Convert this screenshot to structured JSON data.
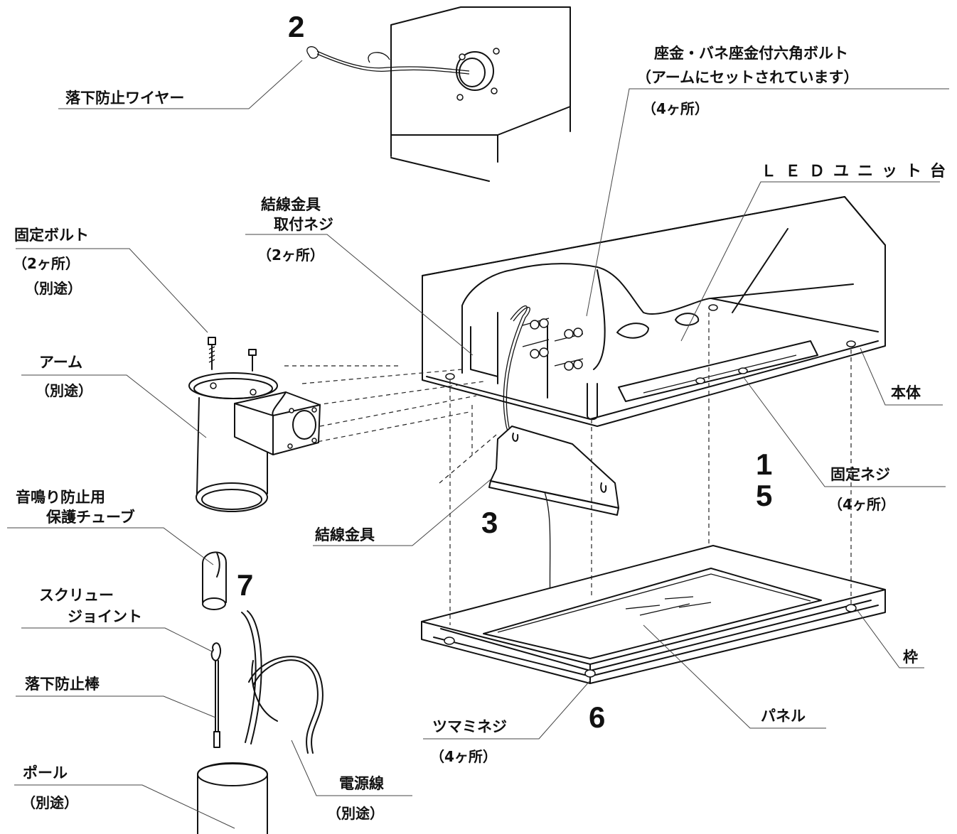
{
  "numbers": {
    "n1": "1",
    "n2": "2",
    "n3": "3",
    "n5": "5",
    "n6": "6",
    "n7": "7"
  },
  "labels": {
    "fall_prevention_wire": "落下防止ワイヤー",
    "hex_bolt_line1": "座金・バネ座金付六角ボルト",
    "hex_bolt_line2": "（アームにセットされています）",
    "hex_bolt_count": "（4ヶ所）",
    "led_unit_base": "ＬＥＤユニット台",
    "wiring_bracket_screw_line1": "結線金具",
    "wiring_bracket_screw_line2": "取付ネジ",
    "wiring_bracket_screw_count": "（2ヶ所）",
    "fixing_bolt": "固定ボルト",
    "fixing_bolt_count": "（2ヶ所）",
    "fixing_bolt_separate": "（別途）",
    "arm": "アーム",
    "arm_separate": "（別途）",
    "body": "本体",
    "fixing_screw": "固定ネジ",
    "fixing_screw_count": "（4ヶ所）",
    "protective_tube_line1": "音鳴り防止用",
    "protective_tube_line2": "保護チューブ",
    "wiring_bracket": "結線金具",
    "screw_joint_line1": "スクリュー",
    "screw_joint_line2": "ジョイント",
    "fall_prevention_rod": "落下防止棒",
    "frame": "枠",
    "thumb_screw": "ツマミネジ",
    "thumb_screw_count": "（4ヶ所）",
    "panel": "パネル",
    "pole": "ポール",
    "pole_separate": "（別途）",
    "power_cable": "電源線",
    "power_cable_separate": "（別途）"
  }
}
